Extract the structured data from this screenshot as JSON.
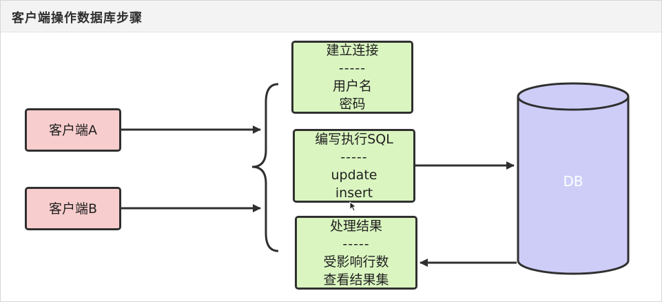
{
  "header": {
    "title": "客户端操作数据库步骤"
  },
  "clients": [
    {
      "label": "客户端A"
    },
    {
      "label": "客户端B"
    }
  ],
  "steps": [
    {
      "title": "建立连接",
      "separator": "-----",
      "lines": [
        "用户名",
        "密码"
      ]
    },
    {
      "title": "编写执行SQL",
      "separator": "-----",
      "lines": [
        "update",
        "insert"
      ]
    },
    {
      "title": "处理结果",
      "separator": "-----",
      "lines": [
        "受影响行数",
        "查看结果集"
      ]
    }
  ],
  "database": {
    "label": "DB",
    "fill_color": "#cdcdf8"
  },
  "colors": {
    "client_fill": "#f8cdcd",
    "step_fill": "#daf5c0",
    "stroke": "#2f2f2f"
  }
}
